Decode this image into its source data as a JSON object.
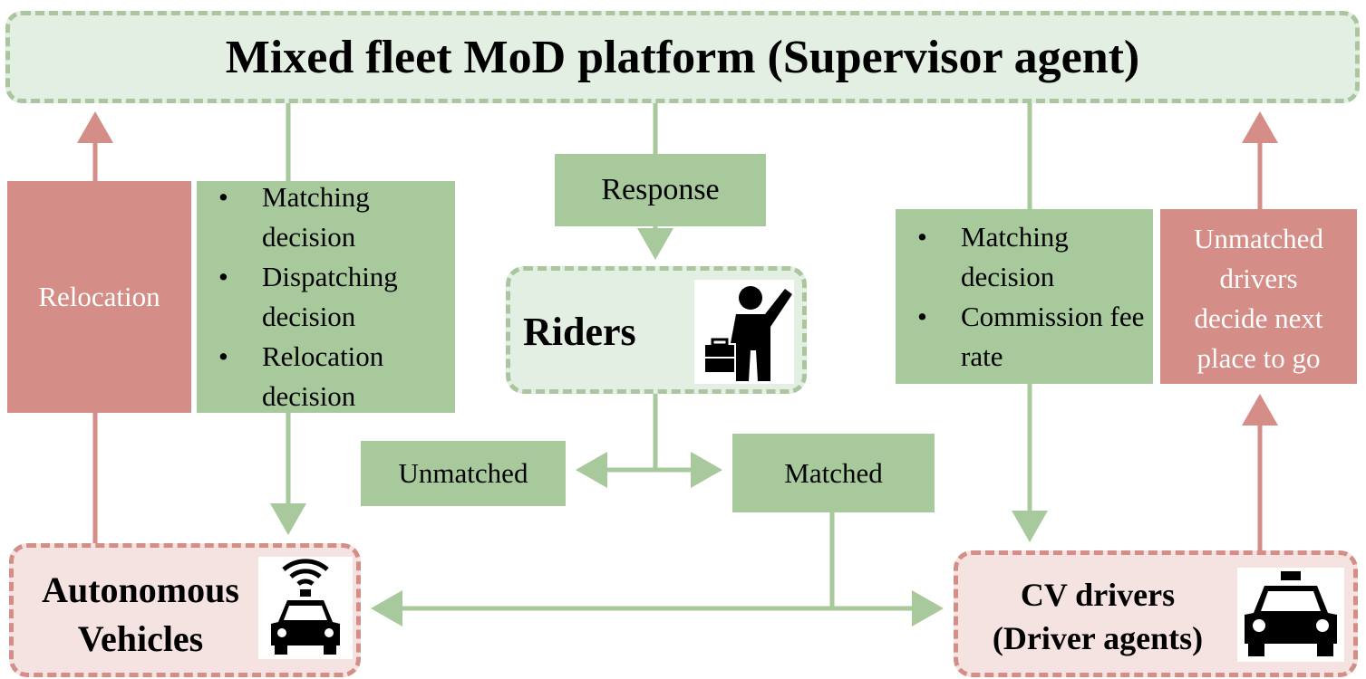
{
  "supervisor": {
    "title": "Mixed fleet MoD platform (Supervisor agent)"
  },
  "relocation": {
    "label": "Relocation"
  },
  "av_decisions": {
    "items": [
      "Matching decision",
      "Dispatching decision",
      "Relocation decision"
    ]
  },
  "response": {
    "label": "Response"
  },
  "riders": {
    "label": "Riders",
    "icon": "rider-hailing-icon"
  },
  "cv_decisions": {
    "items": [
      "Matching decision",
      "Commission fee rate"
    ]
  },
  "unmatched_drivers": {
    "lines": [
      "Unmatched",
      "drivers",
      "decide next",
      "place to go"
    ]
  },
  "unmatched": {
    "label": "Unmatched"
  },
  "matched": {
    "label": "Matched"
  },
  "av": {
    "line1": "Autonomous",
    "line2": "Vehicles",
    "icon": "autonomous-car-icon"
  },
  "cv": {
    "line1": "CV drivers",
    "line2": "(Driver agents)",
    "icon": "taxi-icon"
  },
  "colors": {
    "green": "#a7c99c",
    "green_light": "#e3efe3",
    "red": "#d48e87",
    "red_light": "#f5e3e2"
  }
}
